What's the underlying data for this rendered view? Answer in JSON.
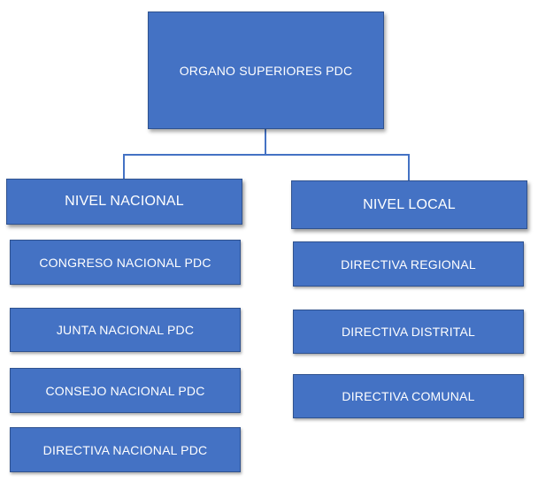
{
  "colors": {
    "box_fill": "#4472C4",
    "box_border": "#2F528F",
    "text": "#FFFFFF",
    "connector": "#4472C4"
  },
  "root": {
    "label": "ORGANO SUPERIORES PDC"
  },
  "columns": [
    {
      "header": "NIVEL NACIONAL",
      "items": [
        "CONGRESO NACIONAL PDC",
        "JUNTA NACIONAL PDC",
        "CONSEJO NACIONAL PDC",
        "DIRECTIVA NACIONAL PDC"
      ]
    },
    {
      "header": "NIVEL LOCAL",
      "items": [
        "DIRECTIVA REGIONAL",
        "DIRECTIVA DISTRITAL",
        "DIRECTIVA COMUNAL"
      ]
    }
  ]
}
